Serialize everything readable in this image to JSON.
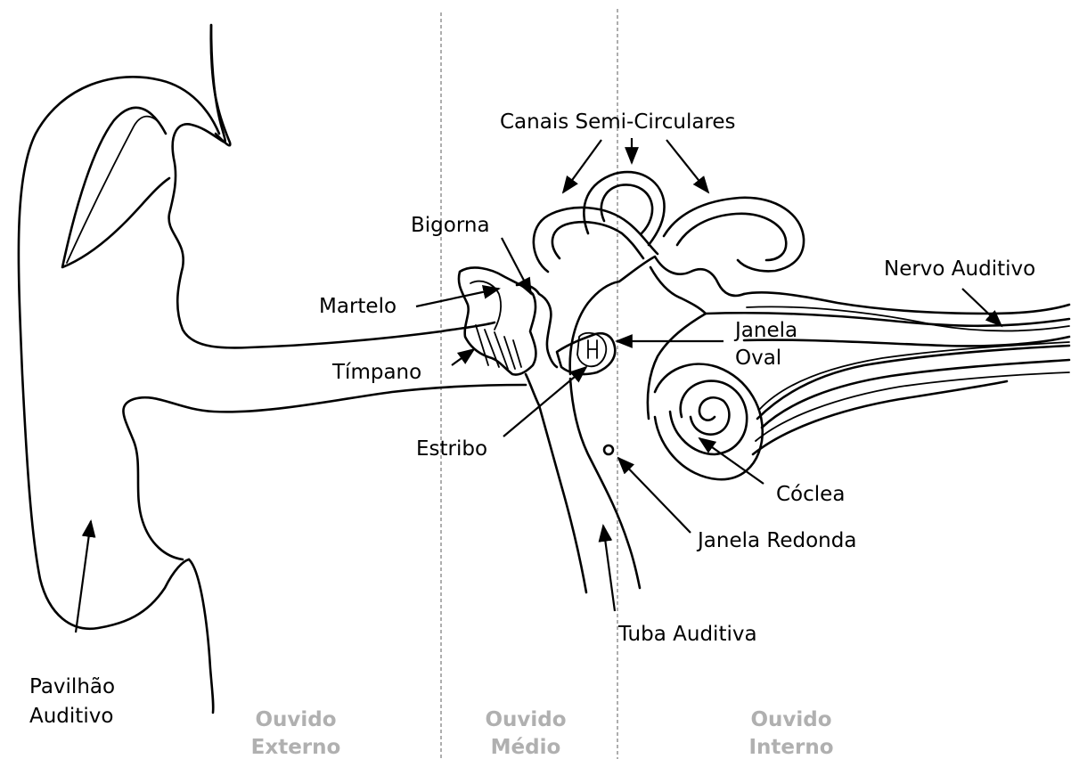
{
  "labels": {
    "canais": "Canais Semi-Circulares",
    "bigorna": "Bigorna",
    "martelo": "Martelo",
    "timpano": "Tímpano",
    "estribo": "Estribo",
    "janela_oval_1": "Janela",
    "janela_oval_2": "Oval",
    "nervo": "Nervo Auditivo",
    "coclea": "Cóclea",
    "janela_redonda": "Janela Redonda",
    "tuba": "Tuba Auditiva",
    "pavilhao_1": "Pavilhão",
    "pavilhao_2": "Auditivo"
  },
  "regions": {
    "externo_1": "Ouvido",
    "externo_2": "Externo",
    "medio_1": "Ouvido",
    "medio_2": "Médio",
    "interno_1": "Ouvido",
    "interno_2": "Interno"
  },
  "colors": {
    "ink": "#000000",
    "region_text": "#b0b0b0",
    "divider": "#8c8c8c"
  }
}
